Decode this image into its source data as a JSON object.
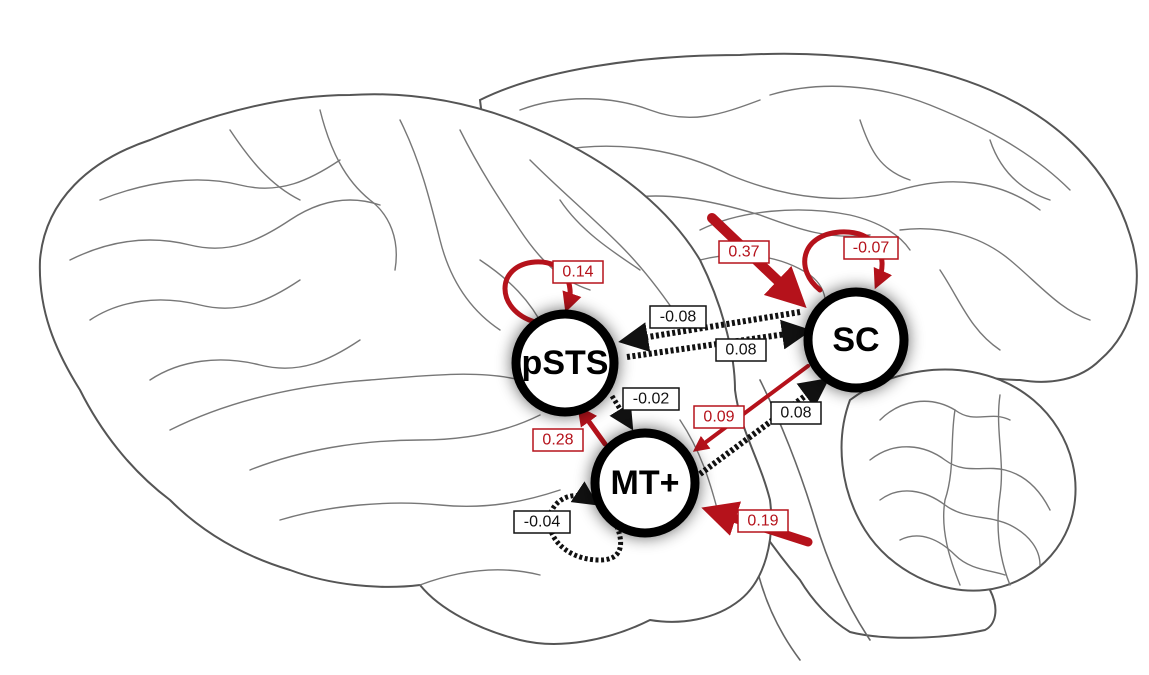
{
  "nodes": {
    "pSTS": "pSTS",
    "SC": "SC",
    "MT": "MT+"
  },
  "edges": {
    "pSTS_self": "0.14",
    "SC_self": "-0.07",
    "MT_self": "-0.04",
    "input_SC": "0.37",
    "input_MT": "0.19",
    "SC_to_pSTS": "-0.08",
    "pSTS_to_SC": "0.08",
    "pSTS_to_MT": "-0.02",
    "MT_to_pSTS": "0.28",
    "SC_to_MT": "0.09",
    "MT_to_SC": "0.08"
  },
  "colors": {
    "excitatory": "#b5121b",
    "inhibitory": "#111111"
  }
}
